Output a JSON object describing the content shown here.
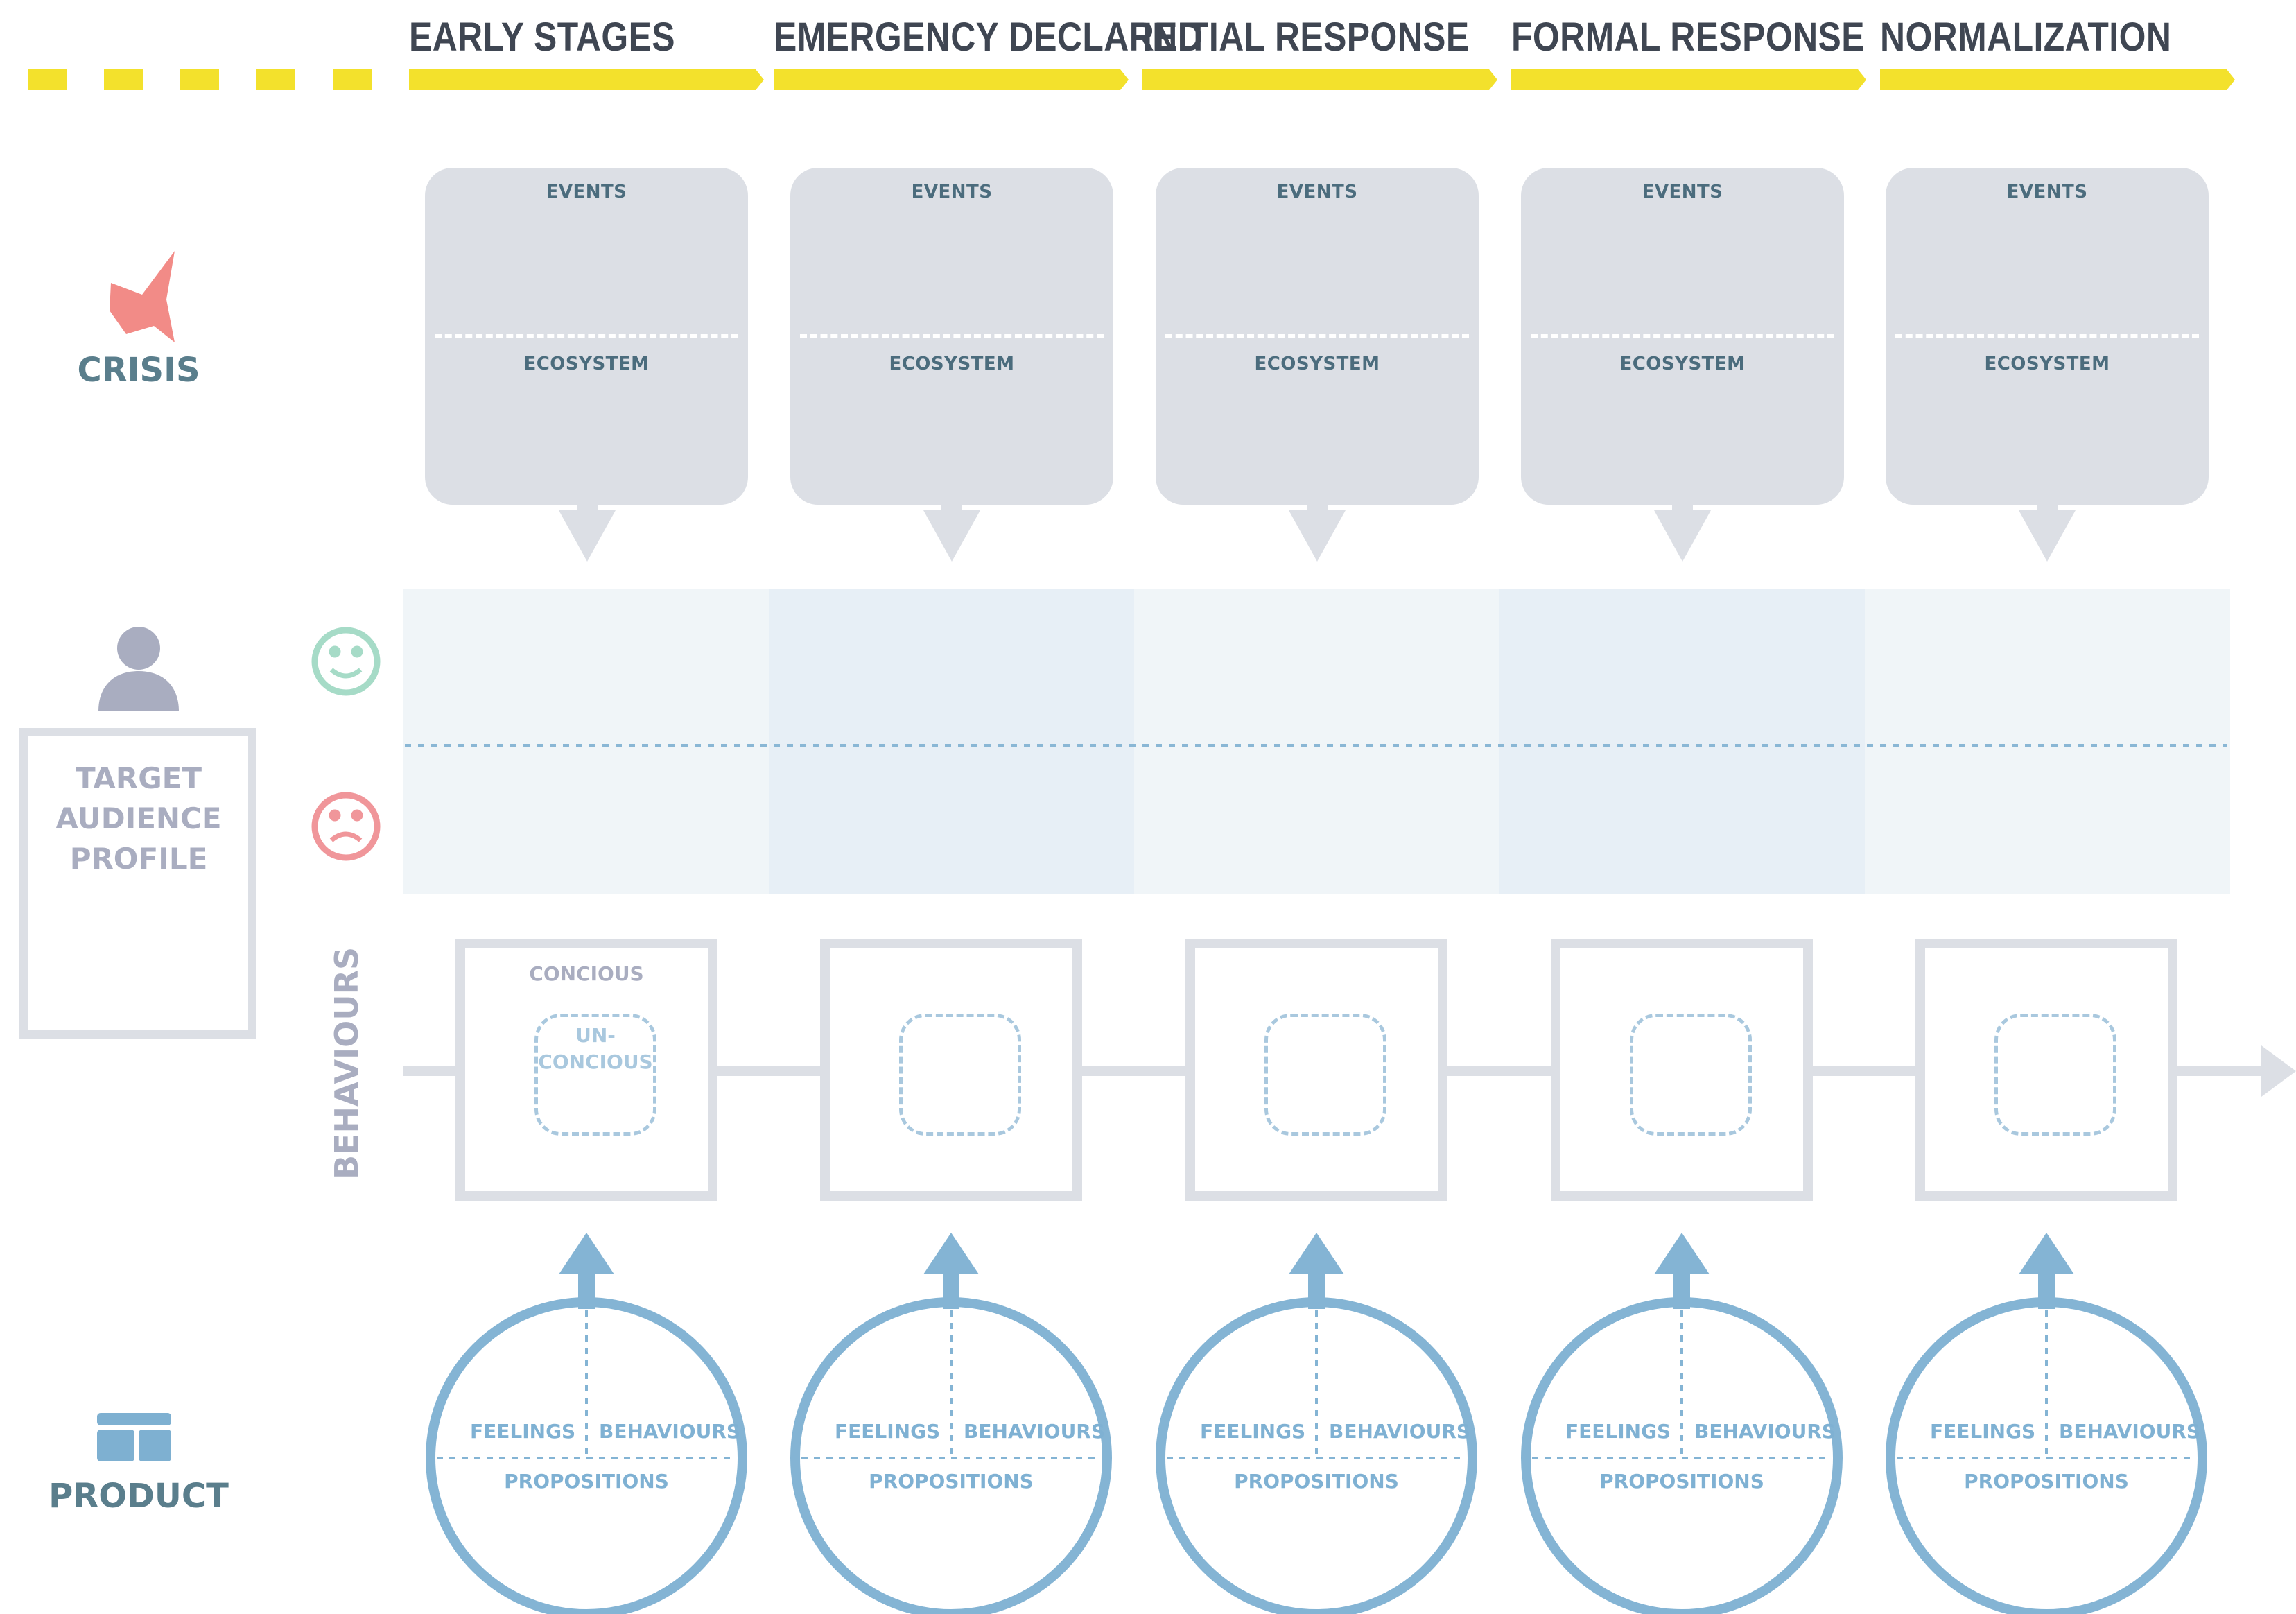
{
  "stages": [
    {
      "title": "EARLY STAGES",
      "events_label": "EVENTS",
      "ecosystem_label": "ECOSYSTEM",
      "feelings_label": "FEELINGS",
      "behaviours_label": "BEHAVIOURS",
      "propositions_label": "PROPOSITIONS"
    },
    {
      "title": "EMERGENCY DECLARED",
      "events_label": "EVENTS",
      "ecosystem_label": "ECOSYSTEM",
      "feelings_label": "FEELINGS",
      "behaviours_label": "BEHAVIOURS",
      "propositions_label": "PROPOSITIONS"
    },
    {
      "title": "INITIAL RESPONSE",
      "events_label": "EVENTS",
      "ecosystem_label": "ECOSYSTEM",
      "feelings_label": "FEELINGS",
      "behaviours_label": "BEHAVIOURS",
      "propositions_label": "PROPOSITIONS"
    },
    {
      "title": "FORMAL RESPONSE",
      "events_label": "EVENTS",
      "ecosystem_label": "ECOSYSTEM",
      "feelings_label": "FEELINGS",
      "behaviours_label": "BEHAVIOURS",
      "propositions_label": "PROPOSITIONS"
    },
    {
      "title": "NORMALIZATION",
      "events_label": "EVENTS",
      "ecosystem_label": "ECOSYSTEM",
      "feelings_label": "FEELINGS",
      "behaviours_label": "BEHAVIOURS",
      "propositions_label": "PROPOSITIONS"
    }
  ],
  "rows": {
    "crisis": {
      "label": "CRISIS",
      "icon": "crisis-star-icon"
    },
    "audience": {
      "label": "TARGET AUDIENCE PROFILE",
      "line1": "TARGET",
      "line2": "AUDIENCE",
      "line3": "PROFILE",
      "icon": "person-icon",
      "positive_icon": "happy-face-icon",
      "negative_icon": "sad-face-icon"
    },
    "behaviours": {
      "label": "BEHAVIOURS",
      "conscious_label": "CONCIOUS",
      "unconscious_line1": "UN-",
      "unconscious_line2": "CONCIOUS"
    },
    "product": {
      "label": "PRODUCT",
      "icon": "product-window-icon"
    }
  },
  "colors": {
    "timeline_yellow": "#f3e12c",
    "stage_title": "#3f4652",
    "card_gray": "#dcdfe5",
    "card_text": "#4b6c7d",
    "crisis_star": "#f28b87",
    "row_label": "#5a7e8c",
    "profile_text": "#a9adc0",
    "person_icon": "#a9adc0",
    "happy_face": "#a6dbc7",
    "sad_face": "#f0969a",
    "band_light": "#f0f5f8",
    "band_dark": "#e7eff6",
    "band_dashed": "#8ab7d5",
    "behaviour_border": "#dcdfe5",
    "behaviour_dashed": "#a9c8de",
    "behaviour_text": "#a9adc0",
    "product_blue": "#84b4d4",
    "product_icon": "#7eb0d1"
  }
}
